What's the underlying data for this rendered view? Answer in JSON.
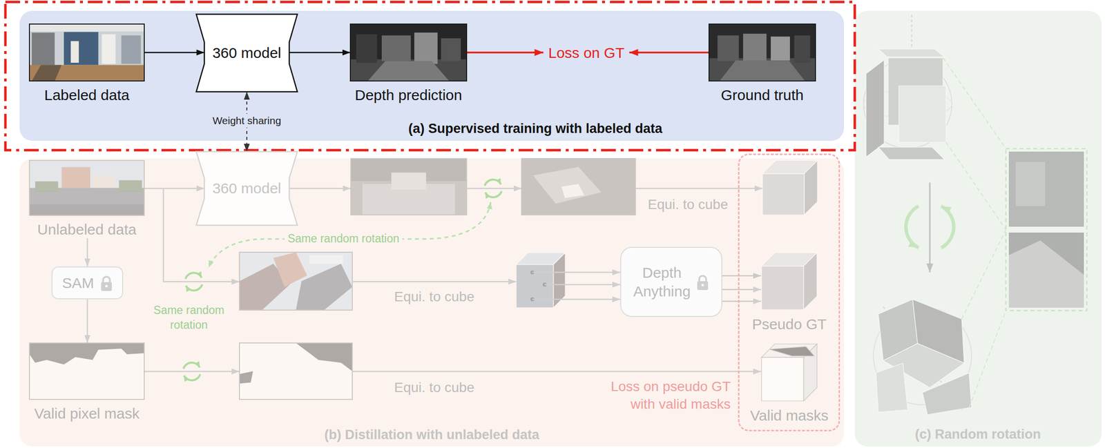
{
  "diagram": {
    "nodes": [
      {
        "text": [
          "(a) Supervised training with labeled data"
        ]
      },
      {
        "text": [
          "Labeled data"
        ],
        "in": 0
      },
      {
        "text": [
          "360 model"
        ],
        "in": 0
      },
      {
        "text": [
          "Depth prediction"
        ],
        "in": 0
      },
      {
        "text": [
          "Ground truth"
        ],
        "in": 0
      },
      {
        "text": [
          "(b) Distillation with unlabeled data"
        ]
      },
      {
        "text": [
          "Unlabeled data"
        ],
        "in": 5
      },
      {
        "text": [
          "360 model"
        ],
        "in": 5
      },
      {
        "text": [
          "SAM"
        ],
        "in": 5
      },
      {
        "text": [
          "Valid pixel mask"
        ],
        "in": 5
      },
      {
        "text": [
          "Depth Anything"
        ],
        "in": 5
      },
      {
        "text": [
          "Loss on pseudo GT with valid masks"
        ],
        "in": 5
      },
      {
        "text": [
          "Pseudo GT"
        ],
        "in": 11
      },
      {
        "text": [
          "Valid masks"
        ],
        "in": 11
      },
      {
        "text": [
          "(c) Random rotation"
        ]
      }
    ],
    "edges": [
      {
        "from": 1,
        "to": 2,
        "arrow": "to"
      },
      {
        "from": 2,
        "to": 3,
        "arrow": "to"
      },
      {
        "from": 7,
        "to": 2,
        "label": "Weight sharing",
        "arrow": "both"
      },
      {
        "from": 6,
        "to": 7,
        "arrow": "to"
      },
      {
        "from": 6,
        "to": 8,
        "arrow": "to"
      },
      {
        "from": 8,
        "to": 9,
        "arrow": "to"
      },
      {
        "from": 10,
        "to": 12,
        "arrow": "to"
      }
    ],
    "labels": [
      "Loss on GT",
      "Same random rotation",
      "Same random rotation",
      "Equi. to cube",
      "Equi. to cube",
      "Equi. to cube"
    ]
  }
}
